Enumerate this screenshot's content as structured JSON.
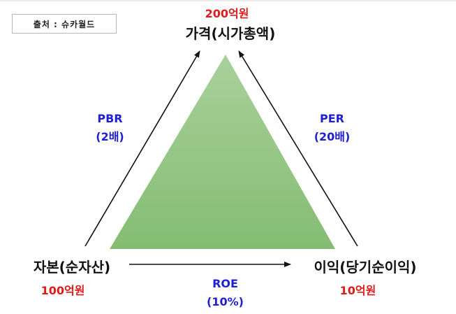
{
  "source": {
    "label": "출처 : 슈카월드"
  },
  "nodes": {
    "top": {
      "title": "가격(시가총액)",
      "value": "200억원"
    },
    "left": {
      "title": "자본(순자산)",
      "value": "100억원"
    },
    "right": {
      "title": "이익(당기순이익)",
      "value": "10억원"
    }
  },
  "edges": {
    "left": {
      "name": "PBR",
      "value": "(2배)",
      "from": "left",
      "to": "top"
    },
    "right": {
      "name": "PER",
      "value": "(20배)",
      "from": "right",
      "to": "top"
    },
    "bottom": {
      "name": "ROE",
      "value": "(10%)",
      "from": "left",
      "to": "right"
    }
  },
  "colors": {
    "triangle_fill": "#8fc37f",
    "value_red": "#e01b1b",
    "ratio_blue": "#1f1fd6",
    "arrow": "#111111"
  }
}
